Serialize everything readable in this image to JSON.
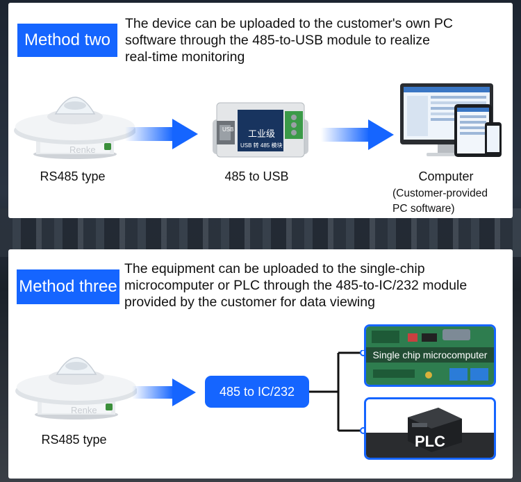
{
  "method_two": {
    "badge": "Method two",
    "description_lines": [
      "The device can be uploaded to the customer's own PC",
      "software through the 485-to-USB module to realize",
      "real-time monitoring"
    ],
    "sensor_label": "RS485 type",
    "sensor_brand": "Renke",
    "module_label": "485 to USB",
    "module_print": "工业级",
    "module_print_sub": "USB 转 485 模块",
    "module_side": "USB",
    "computer_label": "Computer",
    "computer_note_lines": [
      "(Customer-provided",
      "PC software)"
    ]
  },
  "method_three": {
    "badge": "Method three",
    "description_lines": [
      "The equipment can be uploaded to the single-chip",
      "microcomputer or PLC through the 485-to-IC/232 module",
      "provided by the customer for data viewing"
    ],
    "sensor_label": "RS485 type",
    "sensor_brand": "Renke",
    "module_label": "485 to IC/232",
    "targets": [
      {
        "label": "Single chip microcomputer"
      },
      {
        "label": "PLC"
      }
    ]
  },
  "colors": {
    "accent": "#1565ff",
    "text": "#111111",
    "pcb_green": "#2e7d4f"
  }
}
